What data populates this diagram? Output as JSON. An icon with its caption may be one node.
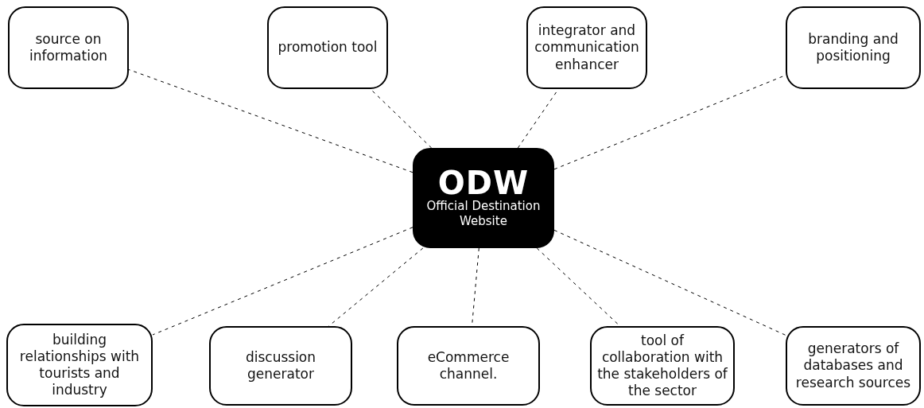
{
  "diagram": {
    "nodes": [
      {
        "text": [
          "source on information"
        ]
      },
      {
        "text": [
          "promotion tool"
        ]
      },
      {
        "text": [
          "integrator and communication enhancer"
        ]
      },
      {
        "text": [
          "branding and positioning"
        ]
      },
      {
        "text": [
          "ODW",
          "Official Destination Website"
        ]
      },
      {
        "text": [
          "building relationships with tourists and industry"
        ]
      },
      {
        "text": [
          "discussion generator"
        ]
      },
      {
        "text": [
          "eCommerce channel."
        ]
      },
      {
        "text": [
          "tool of collaboration with the stakeholders of the sector"
        ]
      },
      {
        "text": [
          "generators of databases and research sources"
        ]
      }
    ],
    "edges": [
      {
        "from": 4,
        "to": 0,
        "arrow": "none",
        "style": "dashed"
      },
      {
        "from": 4,
        "to": 1,
        "arrow": "none",
        "style": "dashed"
      },
      {
        "from": 4,
        "to": 2,
        "arrow": "none",
        "style": "dashed"
      },
      {
        "from": 4,
        "to": 3,
        "arrow": "none",
        "style": "dashed"
      },
      {
        "from": 4,
        "to": 5,
        "arrow": "none",
        "style": "dashed"
      },
      {
        "from": 4,
        "to": 6,
        "arrow": "none",
        "style": "dashed"
      },
      {
        "from": 4,
        "to": 7,
        "arrow": "none",
        "style": "dashed"
      },
      {
        "from": 4,
        "to": 8,
        "arrow": "none",
        "style": "dashed"
      },
      {
        "from": 4,
        "to": 9,
        "arrow": "none",
        "style": "dashed"
      }
    ]
  }
}
